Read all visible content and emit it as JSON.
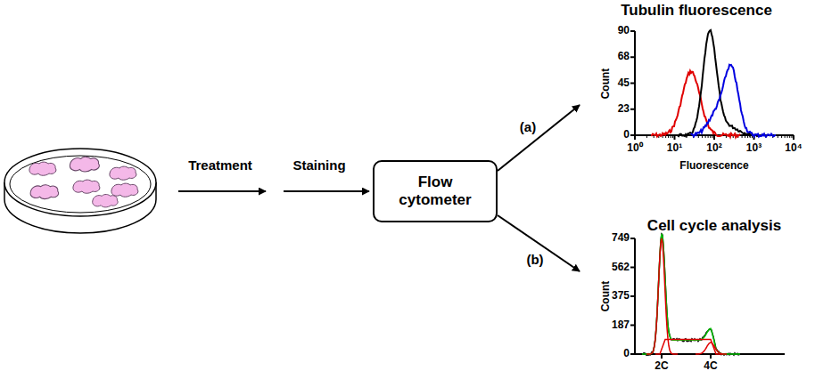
{
  "diagram": {
    "nodes": [
      {
        "text": [
          "Flow cytometer"
        ]
      },
      {
        "text": [
          "Tubulin fluorescence"
        ]
      },
      {
        "text": [
          "Cell cycle analysis"
        ]
      }
    ],
    "edges": [
      {
        "from": 0,
        "to": 1,
        "label": "(a)",
        "arrow": "to"
      },
      {
        "from": 0,
        "to": 2,
        "label": "(b)",
        "arrow": "to"
      }
    ],
    "labels": [
      "Treatment",
      "Staining",
      "90",
      "68",
      "45",
      "23",
      "0",
      "Count",
      "10⁰",
      "10¹",
      "10²",
      "10³",
      "10⁴",
      "Fluorescence",
      "749",
      "562",
      "375",
      "187",
      "0",
      "Count",
      "2C",
      "4C"
    ]
  }
}
